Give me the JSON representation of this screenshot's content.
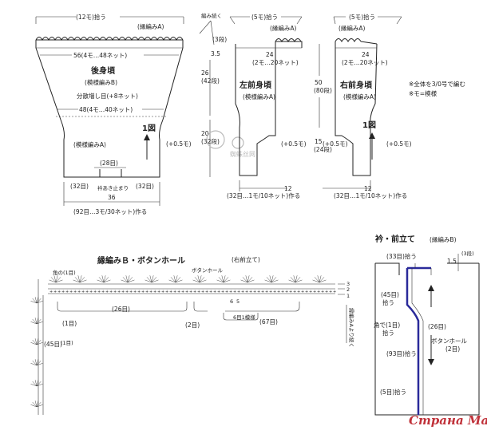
{
  "back": {
    "top_pick": "(12モ)拾う",
    "edging": "(縁編みA)",
    "width_top": "56(4モ…48ネット)",
    "title": "後身頃",
    "pattern_b": "(模様編みB)",
    "increase": "分散増し目(+8ネット)",
    "width_mid": "48(4モ…40ネット)",
    "fig": "1図",
    "pattern_a": "(模様編みA)",
    "side_inc": "(+0.5モ)",
    "center_st": "(28目)",
    "left_st": "(32目)",
    "right_st": "(32目)",
    "slit_note": "衿あき止まり",
    "bottom_width": "36",
    "bottom_cast": "(92目…3モ/30ネット)作る"
  },
  "center": {
    "edge_cont": "編み続く",
    "h35": "3.5",
    "rows3": "(3段)",
    "h26": "26",
    "rows42": "(42段)",
    "h20": "20",
    "rows32": "(32段)"
  },
  "left_front": {
    "top_pick": "(5モ)拾う",
    "edging": "(縁編みA)",
    "width": "24",
    "width_sts": "(2モ…20ネット)",
    "title": "左前身頃",
    "pattern": "(模様編みA)",
    "side_inc": "(+0.5モ)"
  },
  "right_front": {
    "top_pick": "(5モ)拾う",
    "edging": "(縁編みA)",
    "width": "24",
    "width_sts": "(2モ…20ネット)",
    "title": "右前身頃",
    "pattern": "(模様編みA)",
    "fig": "1図",
    "side_inc": "(+0.5モ)"
  },
  "fronts_shared": {
    "h50": "50",
    "rows80": "(80段)",
    "h15": "15",
    "rows24": "(24段)",
    "bottom_width": "12",
    "bottom_cast": "(32目…1モ/10ネット)作る",
    "inner_inc": "(+0.5モ)"
  },
  "notes": {
    "needle": "※全体を3/0号で編む",
    "mo": "※モ=模様"
  },
  "edging_b": {
    "title": "縁編みＢ・ボタンホール",
    "sub": "(右前立て)",
    "corner": "角の(1目)",
    "buttonhole": "ボタンホール",
    "s26": "(26目)",
    "s1": "(1目)",
    "s2": "(2目)",
    "s1b": "(1目)",
    "m6": "6",
    "m5": "5",
    "one_repeat": "6目1模様",
    "s67": "(67目)",
    "s45": "(45目)",
    "cont_a": "縁編みAより続く",
    "r1": "1",
    "r2": "2",
    "r3": "3"
  },
  "collar": {
    "title": "衿・前立て",
    "pattern": "(縁編みB)",
    "top": "(33目)拾う",
    "h15": "1.5",
    "rows3": "(3段)",
    "s45": "(45目)",
    "s45b": "拾う",
    "corner": "角で(1目)",
    "corner2": "拾う",
    "s26": "(26目)",
    "bh": "ボタンホール",
    "bh2": "(2目)",
    "s93": "(93目)拾う",
    "s5": "(5目)拾う"
  },
  "watermark": "Страна Мам",
  "center_logo": "蜘蛛丝网"
}
